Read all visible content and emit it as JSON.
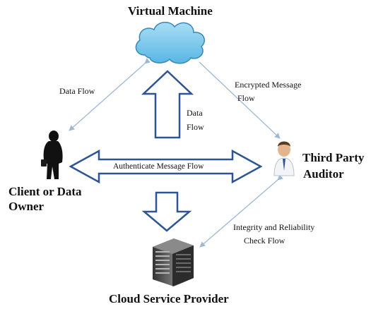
{
  "nodes": {
    "virtual_machine": "Virtual Machine",
    "client_line1": "Client or Data",
    "client_line2": "Owner",
    "third_party_line1": "Third Party",
    "third_party_line2": "Auditor",
    "cloud_provider": "Cloud Service Provider"
  },
  "edges": {
    "data_flow_left": "Data Flow",
    "data_flow_center_line1": "Data",
    "data_flow_center_line2": "Flow",
    "encrypted_line1": "Encrypted Message",
    "encrypted_line2": "Flow",
    "authenticate": "Authenticate Message Flow",
    "integrity_line1": "Integrity and Reliability",
    "integrity_line2": "Check Flow"
  },
  "colors": {
    "arrow_outline": "#2e5591",
    "thin_arrow": "#9fb7d6",
    "cloud_fill": "#75c7ec",
    "cloud_stroke": "#3a86b8"
  }
}
